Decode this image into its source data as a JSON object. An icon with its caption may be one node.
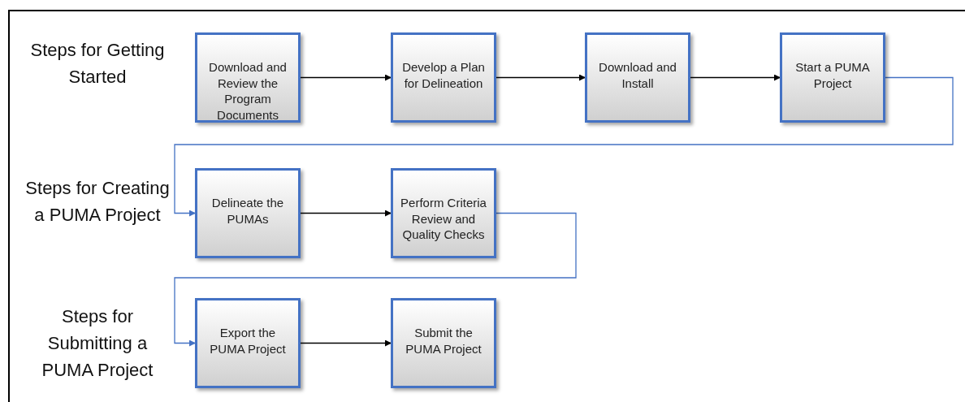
{
  "diagram": {
    "nodes": [
      {
        "text": [
          "Download  and Review the Program Documents"
        ]
      },
      {
        "text": [
          "Develop a Plan for Delineation"
        ]
      },
      {
        "text": [
          "Download and Install"
        ]
      },
      {
        "text": [
          "Start a PUMA Project"
        ]
      },
      {
        "text": [
          "Delineate the PUMAs"
        ]
      },
      {
        "text": [
          "Perform Criteria Review and Quality Checks"
        ]
      },
      {
        "text": [
          "Export the PUMA Project"
        ]
      },
      {
        "text": [
          "Submit the PUMA Project"
        ]
      }
    ],
    "edges": [
      {
        "from": 0,
        "to": 1,
        "arrow": "to"
      },
      {
        "from": 1,
        "to": 2,
        "arrow": "to"
      },
      {
        "from": 2,
        "to": 3,
        "arrow": "to"
      },
      {
        "from": 3,
        "to": 4,
        "arrow": "to",
        "color": "#4472c4"
      },
      {
        "from": 4,
        "to": 5,
        "arrow": "to"
      },
      {
        "from": 5,
        "to": 6,
        "arrow": "to",
        "color": "#4472c4"
      },
      {
        "from": 6,
        "to": 7,
        "arrow": "to"
      }
    ],
    "labels": [
      "Steps for Getting Started",
      "Steps for Creating a PUMA Project",
      "Steps for Submitting a PUMA Project"
    ]
  }
}
